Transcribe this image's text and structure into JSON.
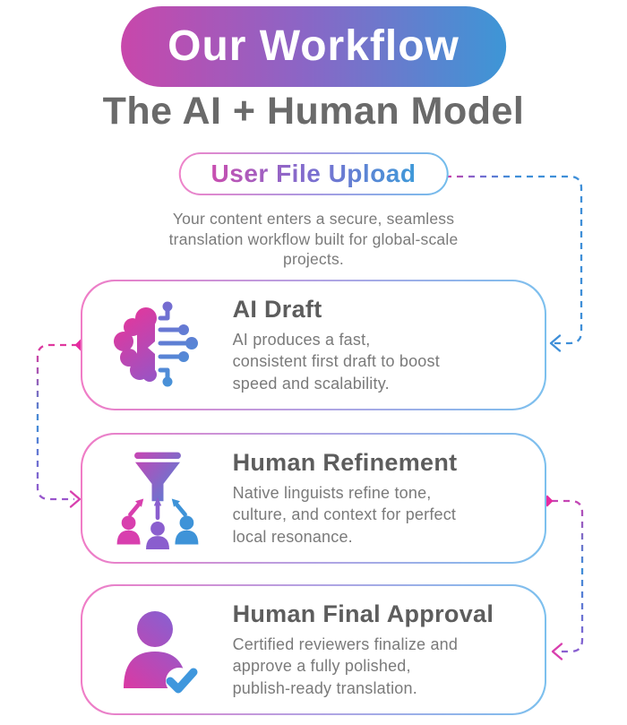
{
  "header": {
    "badge": "Our Workflow",
    "title": "The AI + Human Model"
  },
  "upload": {
    "label": "User File Upload"
  },
  "intro": "Your content enters a secure, seamless\ntranslation workflow built for global-scale\nprojects.",
  "steps": [
    {
      "title": "AI Draft",
      "description": "AI produces a fast,\nconsistent first draft to boost\nspeed and scalability.",
      "icon": "ai-brain-circuit-icon"
    },
    {
      "title": "Human Refinement",
      "description": "Native linguists refine tone,\nculture, and context for perfect\nlocal resonance.",
      "icon": "funnel-people-icon"
    },
    {
      "title": "Human Final Approval",
      "description": "Certified reviewers finalize and\napprove a fully polished,\npublish-ready translation.",
      "icon": "person-check-icon"
    }
  ],
  "colors": {
    "accent_pink": "#e0389e",
    "accent_purple": "#8a5fd0",
    "accent_blue": "#3e96d8",
    "badge_gradient_start": "#c847ab",
    "badge_gradient_end": "#3d96d6",
    "card_border_pink": "#f07cc6",
    "card_border_blue": "#7cc0ee",
    "subtitle_gray": "#6a6a6a",
    "title_gray": "#5d5d5d",
    "body_gray": "#7a7a7a",
    "connector_blue": "#3f8fd8",
    "connector_pink": "#e0389e",
    "background": "#ffffff"
  }
}
